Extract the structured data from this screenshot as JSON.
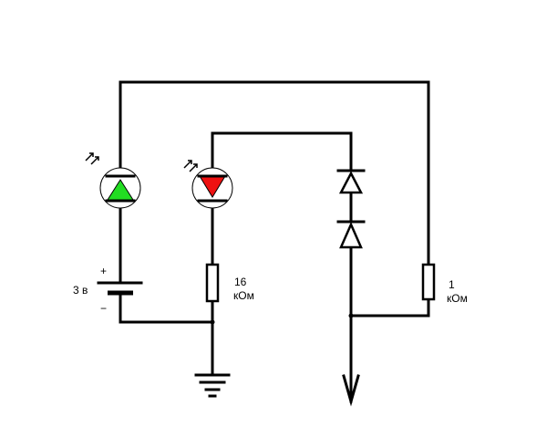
{
  "diagram": {
    "labels": {
      "battery_plus": "+",
      "battery_minus": "−",
      "battery_voltage": "3 в",
      "r1_value": "16",
      "r1_unit": "кОм",
      "r2_value": "1",
      "r2_unit": "кОм"
    },
    "components": [
      {
        "id": "led-green",
        "type": "led",
        "color": "#22dd22"
      },
      {
        "id": "led-red",
        "type": "led",
        "color": "#ee1111"
      },
      {
        "id": "diode-1",
        "type": "diode"
      },
      {
        "id": "diode-2",
        "type": "diode"
      },
      {
        "id": "resistor-16k",
        "type": "resistor"
      },
      {
        "id": "resistor-1k",
        "type": "resistor"
      },
      {
        "id": "battery",
        "type": "battery"
      },
      {
        "id": "ground",
        "type": "ground"
      },
      {
        "id": "probe-arrow",
        "type": "arrow"
      }
    ],
    "colors": {
      "wire": "#000000",
      "led_green": "#22dd22",
      "led_red": "#ee1111",
      "background": "#ffffff"
    }
  }
}
